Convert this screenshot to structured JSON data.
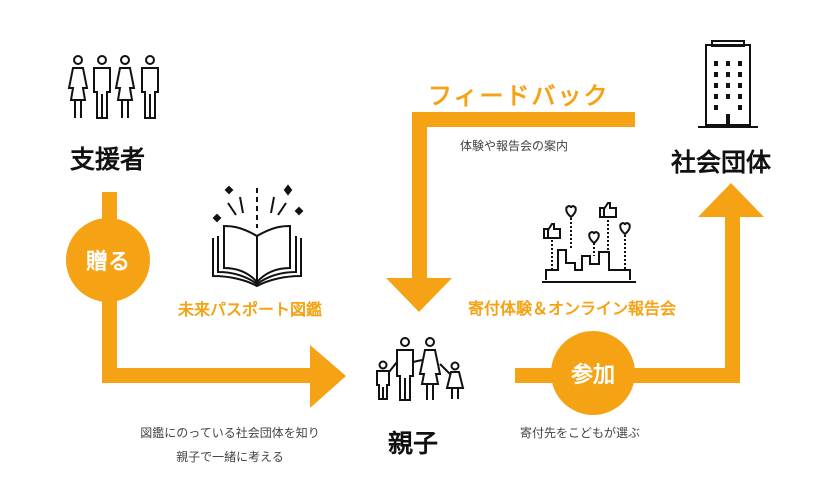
{
  "colors": {
    "accent": "#F5A314",
    "text": "#111111"
  },
  "nodes": {
    "supporter": {
      "label": "支援者",
      "icon": "people-group-icon"
    },
    "family": {
      "label": "親子",
      "icon": "family-icon"
    },
    "organization": {
      "label": "社会団体",
      "icon": "building-icon"
    }
  },
  "flows": {
    "give": {
      "badge": "贈る",
      "item": "未来パスポート図鑑",
      "item_icon": "open-book-icon",
      "note_lines": [
        "図鑑にのっている社会団体を知り",
        "親子で一緒に考える"
      ]
    },
    "participate": {
      "badge": "参加",
      "item": "寄付体験＆オンライン報告会",
      "item_icon": "city-likes-icon",
      "note": "寄付先をこどもが選ぶ"
    },
    "feedback": {
      "label": "フィードバック",
      "note": "体験や報告会の案内"
    }
  }
}
